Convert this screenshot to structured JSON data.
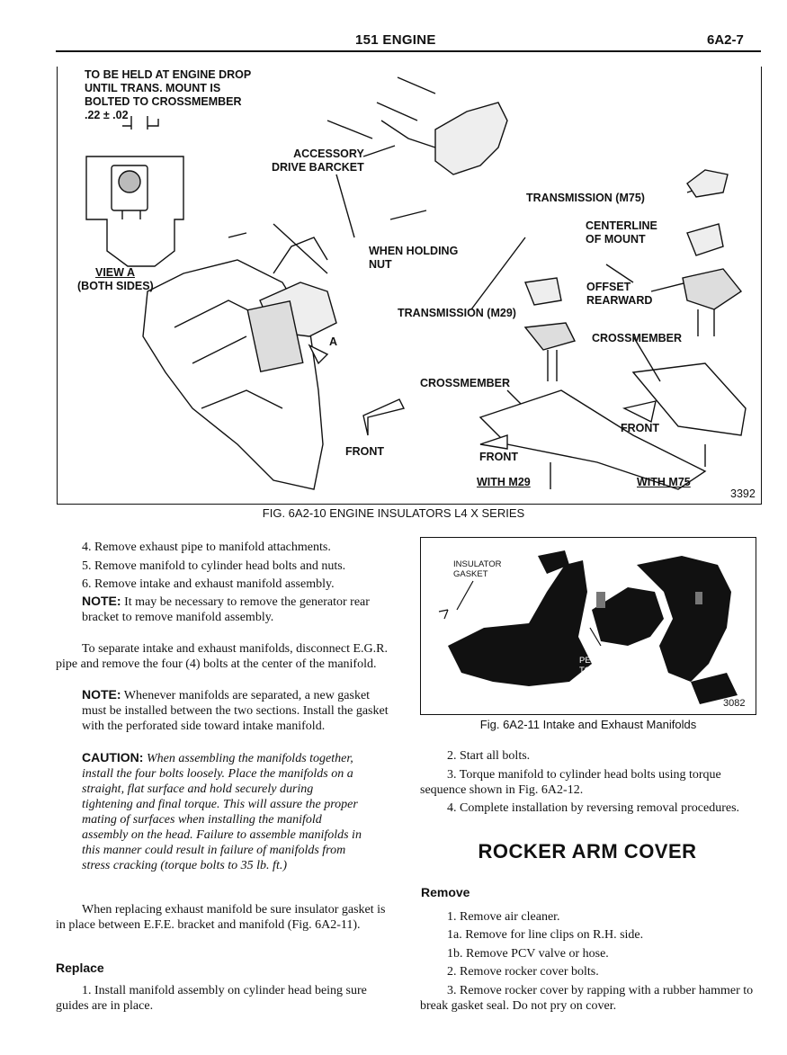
{
  "header": {
    "title": "151 ENGINE",
    "page": "6A2-7"
  },
  "figure1": {
    "labels": {
      "top_note": "TO BE HELD AT ENGINE DROP\nUNTIL TRANS. MOUNT IS\nBOLTED TO CROSSMEMBER\n.22 ± .02",
      "accessory": "ACCESSORY\nDRIVE BARCKET",
      "view_a": "VIEW A",
      "both_sides": "(BOTH SIDES)",
      "when_holding": "WHEN HOLDING\nNUT",
      "trans_m75": "TRANSMISSION (M75)",
      "centerline": "CENTERLINE\nOF MOUNT",
      "offset": "OFFSET\nREARWARD",
      "trans_m29": "TRANSMISSION (M29)",
      "crossmember_right": "CROSSMEMBER",
      "crossmember_mid": "CROSSMEMBER",
      "arrow_a": "A",
      "front_left": "FRONT",
      "front_mid": "FRONT",
      "front_right": "FRONT",
      "with_m29": "WITH M29",
      "with_m75": "WITH M75",
      "fig_num": "3392"
    },
    "caption": "FIG. 6A2-10 ENGINE INSULATORS L4 X SERIES"
  },
  "left_column": {
    "steps": [
      "4. Remove exhaust pipe to manifold attachments.",
      "5. Remove manifold to cylinder head bolts and nuts.",
      "6. Remove intake and exhaust manifold assembly."
    ],
    "note1_key": "NOTE:",
    "note1_text": " It may be necessary to remove the generator rear bracket to remove manifold assembly.",
    "para1": "To separate intake and exhaust manifolds, disconnect E.G.R. pipe and remove the four (4) bolts at the center of the manifold.",
    "note2_key": "NOTE:",
    "note2_text": " Whenever manifolds are separated, a new gasket must be installed between the two sections. Install the gasket with the perforated side toward intake manifold.",
    "caution_key": "CAUTION:",
    "caution_text": " When assembling the manifolds together, install the four bolts loosely. Place the manifolds on a straight, flat surface and hold securely during tightening and final torque. This will assure the proper mating of surfaces when installing the manifold assembly on the head. Failure to assemble manifolds in this manner could result in failure of manifolds from stress cracking (torque bolts to 35 lb. ft.)",
    "para2": "When replacing exhaust manifold be sure insulator gasket is in place between E.F.E. bracket and manifold (Fig. 6A2-11).",
    "replace_heading": "Replace",
    "replace_step1": "1. Install manifold assembly on cylinder head being sure guides are in place."
  },
  "figure2": {
    "label_insulator": "INSULATOR\nGASKET",
    "label_perforated": "PERFORATED SIDE\nTOWARD INTAKE",
    "fig_num": "3082",
    "caption": "Fig. 6A2-11 Intake and Exhaust Manifolds"
  },
  "right_column": {
    "steps": [
      "2. Start all bolts.",
      "3. Torque manifold to cylinder head bolts using torque sequence shown in Fig. 6A2-12.",
      "4. Complete installation by reversing removal procedures."
    ],
    "section_title": "ROCKER ARM COVER",
    "remove_heading": "Remove",
    "remove_steps": [
      "1. Remove air cleaner.",
      "1a. Remove for line clips on R.H. side.",
      "1b. Remove PCV valve or hose.",
      "2. Remove rocker cover bolts.",
      "3. Remove rocker cover by rapping with a rubber hammer to break gasket seal. Do not pry on cover."
    ]
  }
}
